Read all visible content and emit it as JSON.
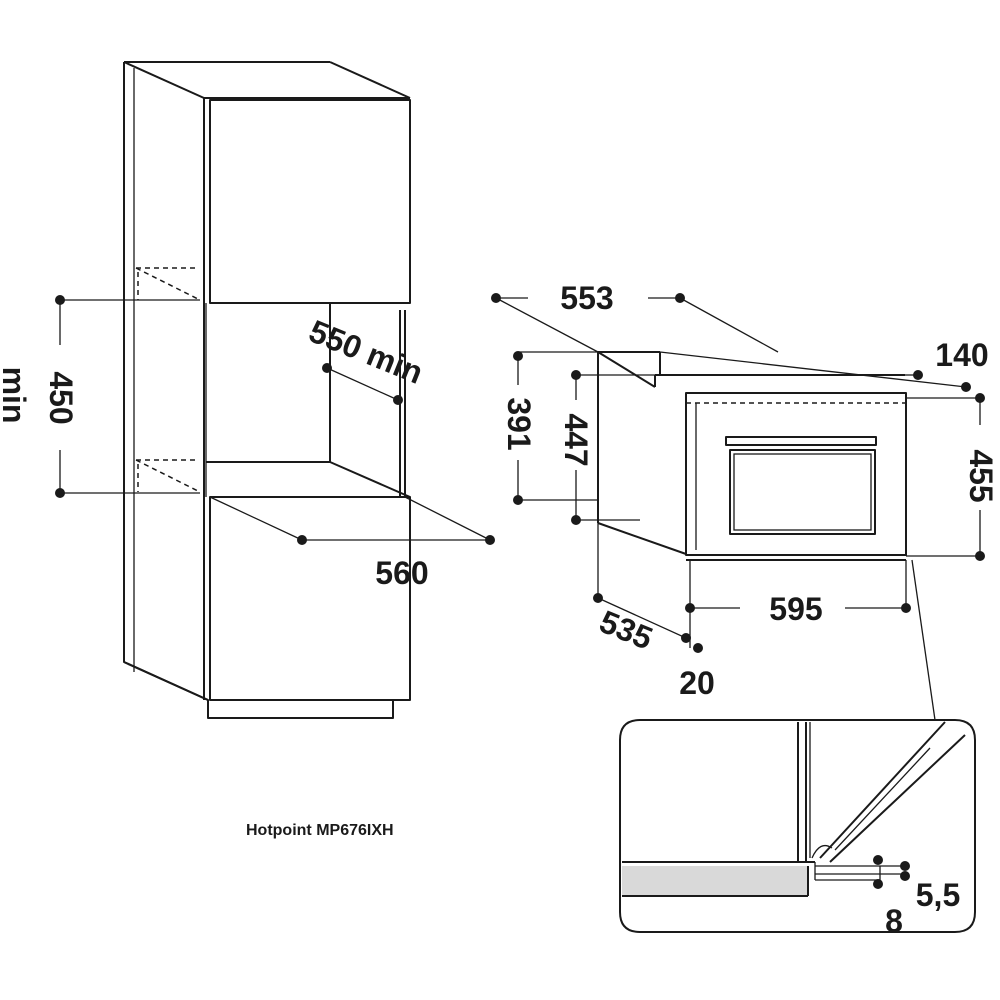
{
  "caption": "Hotpoint MP676IXH",
  "dimensions": {
    "niche_height": "450",
    "niche_height_min": "min",
    "niche_depth": "550 min",
    "niche_width": "560",
    "top_depth": "553",
    "top_offset": "140",
    "body_height": "391",
    "inner_height": "447",
    "front_height": "455",
    "side_depth": "535",
    "front_width": "595",
    "frame_depth": "20",
    "detail_a": "5,5",
    "detail_b": "8"
  }
}
